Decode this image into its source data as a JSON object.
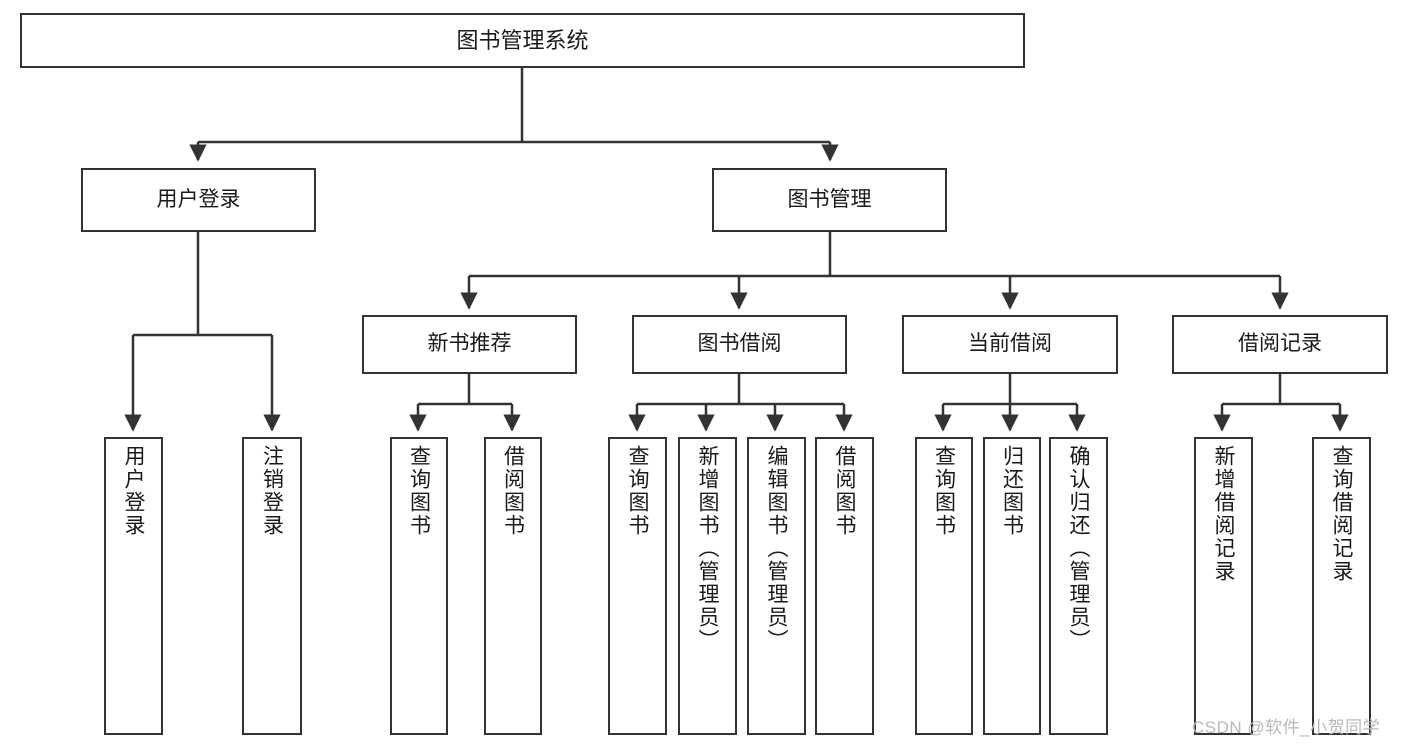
{
  "diagram": {
    "type": "tree",
    "title": "图书管理系统",
    "root": {
      "id": "root",
      "label": "图书管理系统"
    },
    "level2": [
      {
        "id": "user-login",
        "label": "用户登录"
      },
      {
        "id": "book-manage",
        "label": "图书管理"
      }
    ],
    "level3": [
      {
        "id": "new-book-recommend",
        "label": "新书推荐",
        "parent": "book-manage"
      },
      {
        "id": "book-borrow",
        "label": "图书借阅",
        "parent": "book-manage"
      },
      {
        "id": "current-borrow",
        "label": "当前借阅",
        "parent": "book-manage"
      },
      {
        "id": "borrow-record",
        "label": "借阅记录",
        "parent": "book-manage"
      }
    ],
    "leaves": [
      {
        "id": "leaf-user-login",
        "label": "用户登录",
        "parent": "user-login"
      },
      {
        "id": "leaf-user-logout",
        "label": "注销登录",
        "parent": "user-login"
      },
      {
        "id": "leaf-query-book-1",
        "label": "查询图书",
        "parent": "new-book-recommend"
      },
      {
        "id": "leaf-borrow-book-1",
        "label": "借阅图书",
        "parent": "new-book-recommend"
      },
      {
        "id": "leaf-query-book-2",
        "label": "查询图书",
        "parent": "book-borrow"
      },
      {
        "id": "leaf-add-book",
        "label": "新增图书（管理员）",
        "parent": "book-borrow"
      },
      {
        "id": "leaf-edit-book",
        "label": "编辑图书（管理员）",
        "parent": "book-borrow"
      },
      {
        "id": "leaf-borrow-book-2",
        "label": "借阅图书",
        "parent": "book-borrow"
      },
      {
        "id": "leaf-query-book-3",
        "label": "查询图书",
        "parent": "current-borrow"
      },
      {
        "id": "leaf-return-book",
        "label": "归还图书",
        "parent": "current-borrow"
      },
      {
        "id": "leaf-confirm-return",
        "label": "确认归还（管理员）",
        "parent": "current-borrow"
      },
      {
        "id": "leaf-add-record",
        "label": "新增借阅记录",
        "parent": "borrow-record"
      },
      {
        "id": "leaf-query-record",
        "label": "查询借阅记录",
        "parent": "borrow-record"
      }
    ],
    "colors": {
      "stroke": "#333333",
      "background": "#ffffff",
      "text": "#1a1a1a",
      "watermark": "#b9b9b9"
    }
  },
  "watermark": {
    "text": "CSDN @软件_小贺同学"
  }
}
